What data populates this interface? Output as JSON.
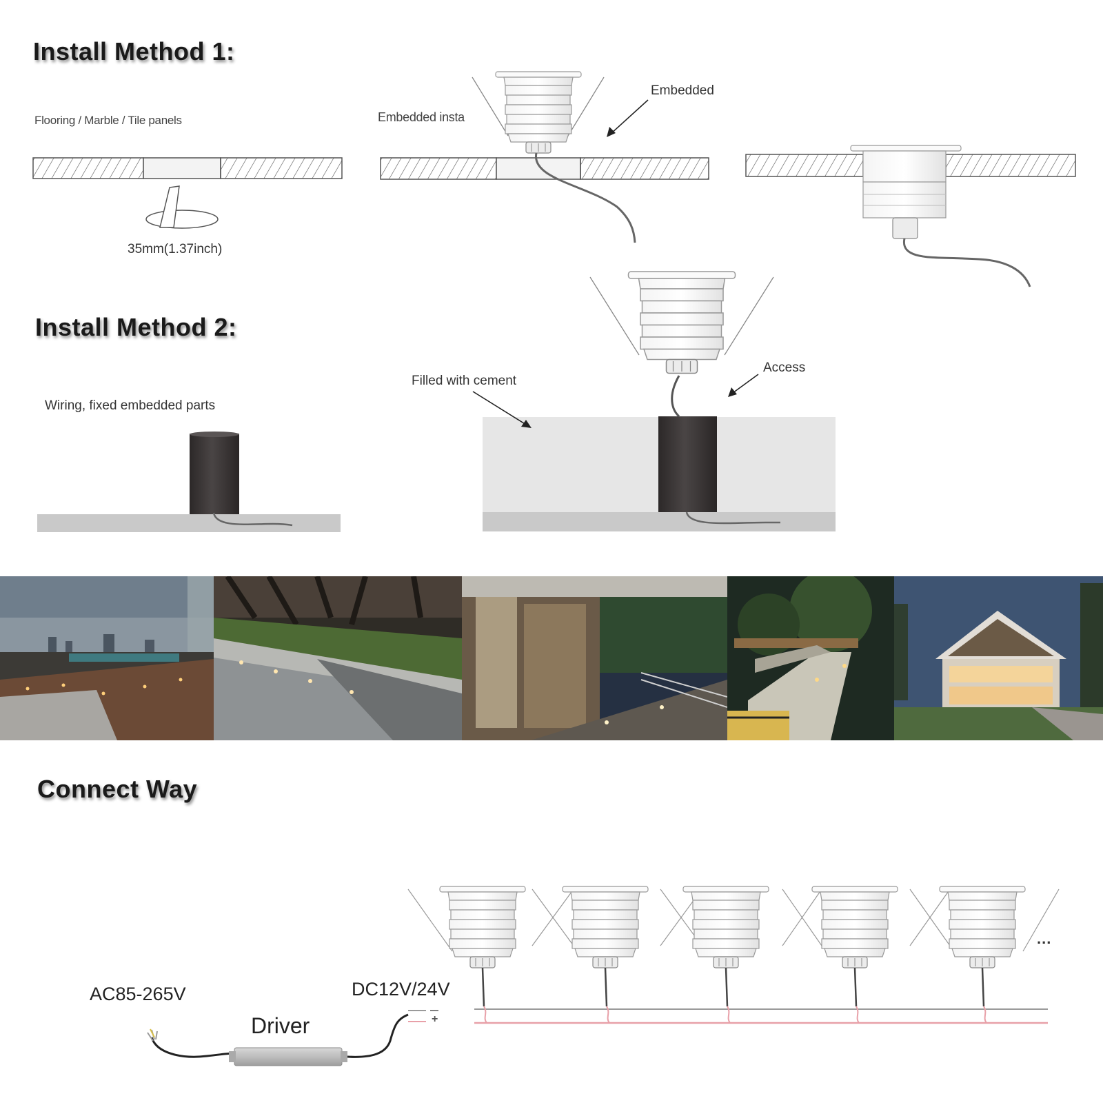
{
  "method1": {
    "heading": "Install Method 1:",
    "panel_label": "Flooring / Marble / Tile panels",
    "hole_size": "35mm(1.37inch)",
    "embedded_install_label": "Embedded insta",
    "embedded_label": "Embedded"
  },
  "method2": {
    "heading": "Install Method 2:",
    "wiring_label": "Wiring, fixed embedded parts",
    "cement_label": "Filled with cement",
    "access_label": "Access"
  },
  "photos": [
    {
      "name": "rooftop-deck-photo"
    },
    {
      "name": "garden-path-photo"
    },
    {
      "name": "terrace-night-photo"
    },
    {
      "name": "garden-walkway-photo"
    },
    {
      "name": "house-exterior-photo"
    }
  ],
  "connect": {
    "heading": "Connect Way",
    "ac_label": "AC85-265V",
    "driver_label": "Driver",
    "dc_label": "DC12V/24V",
    "ellipsis": "...",
    "plus_sign": "+"
  },
  "colors": {
    "wire_red": "#e8a0a8",
    "wire_grey": "#9a9a9a",
    "cement_fill": "#e6e6e6",
    "ground_fill": "#c8c8c8",
    "sleeve_fill": "#3a3636"
  }
}
